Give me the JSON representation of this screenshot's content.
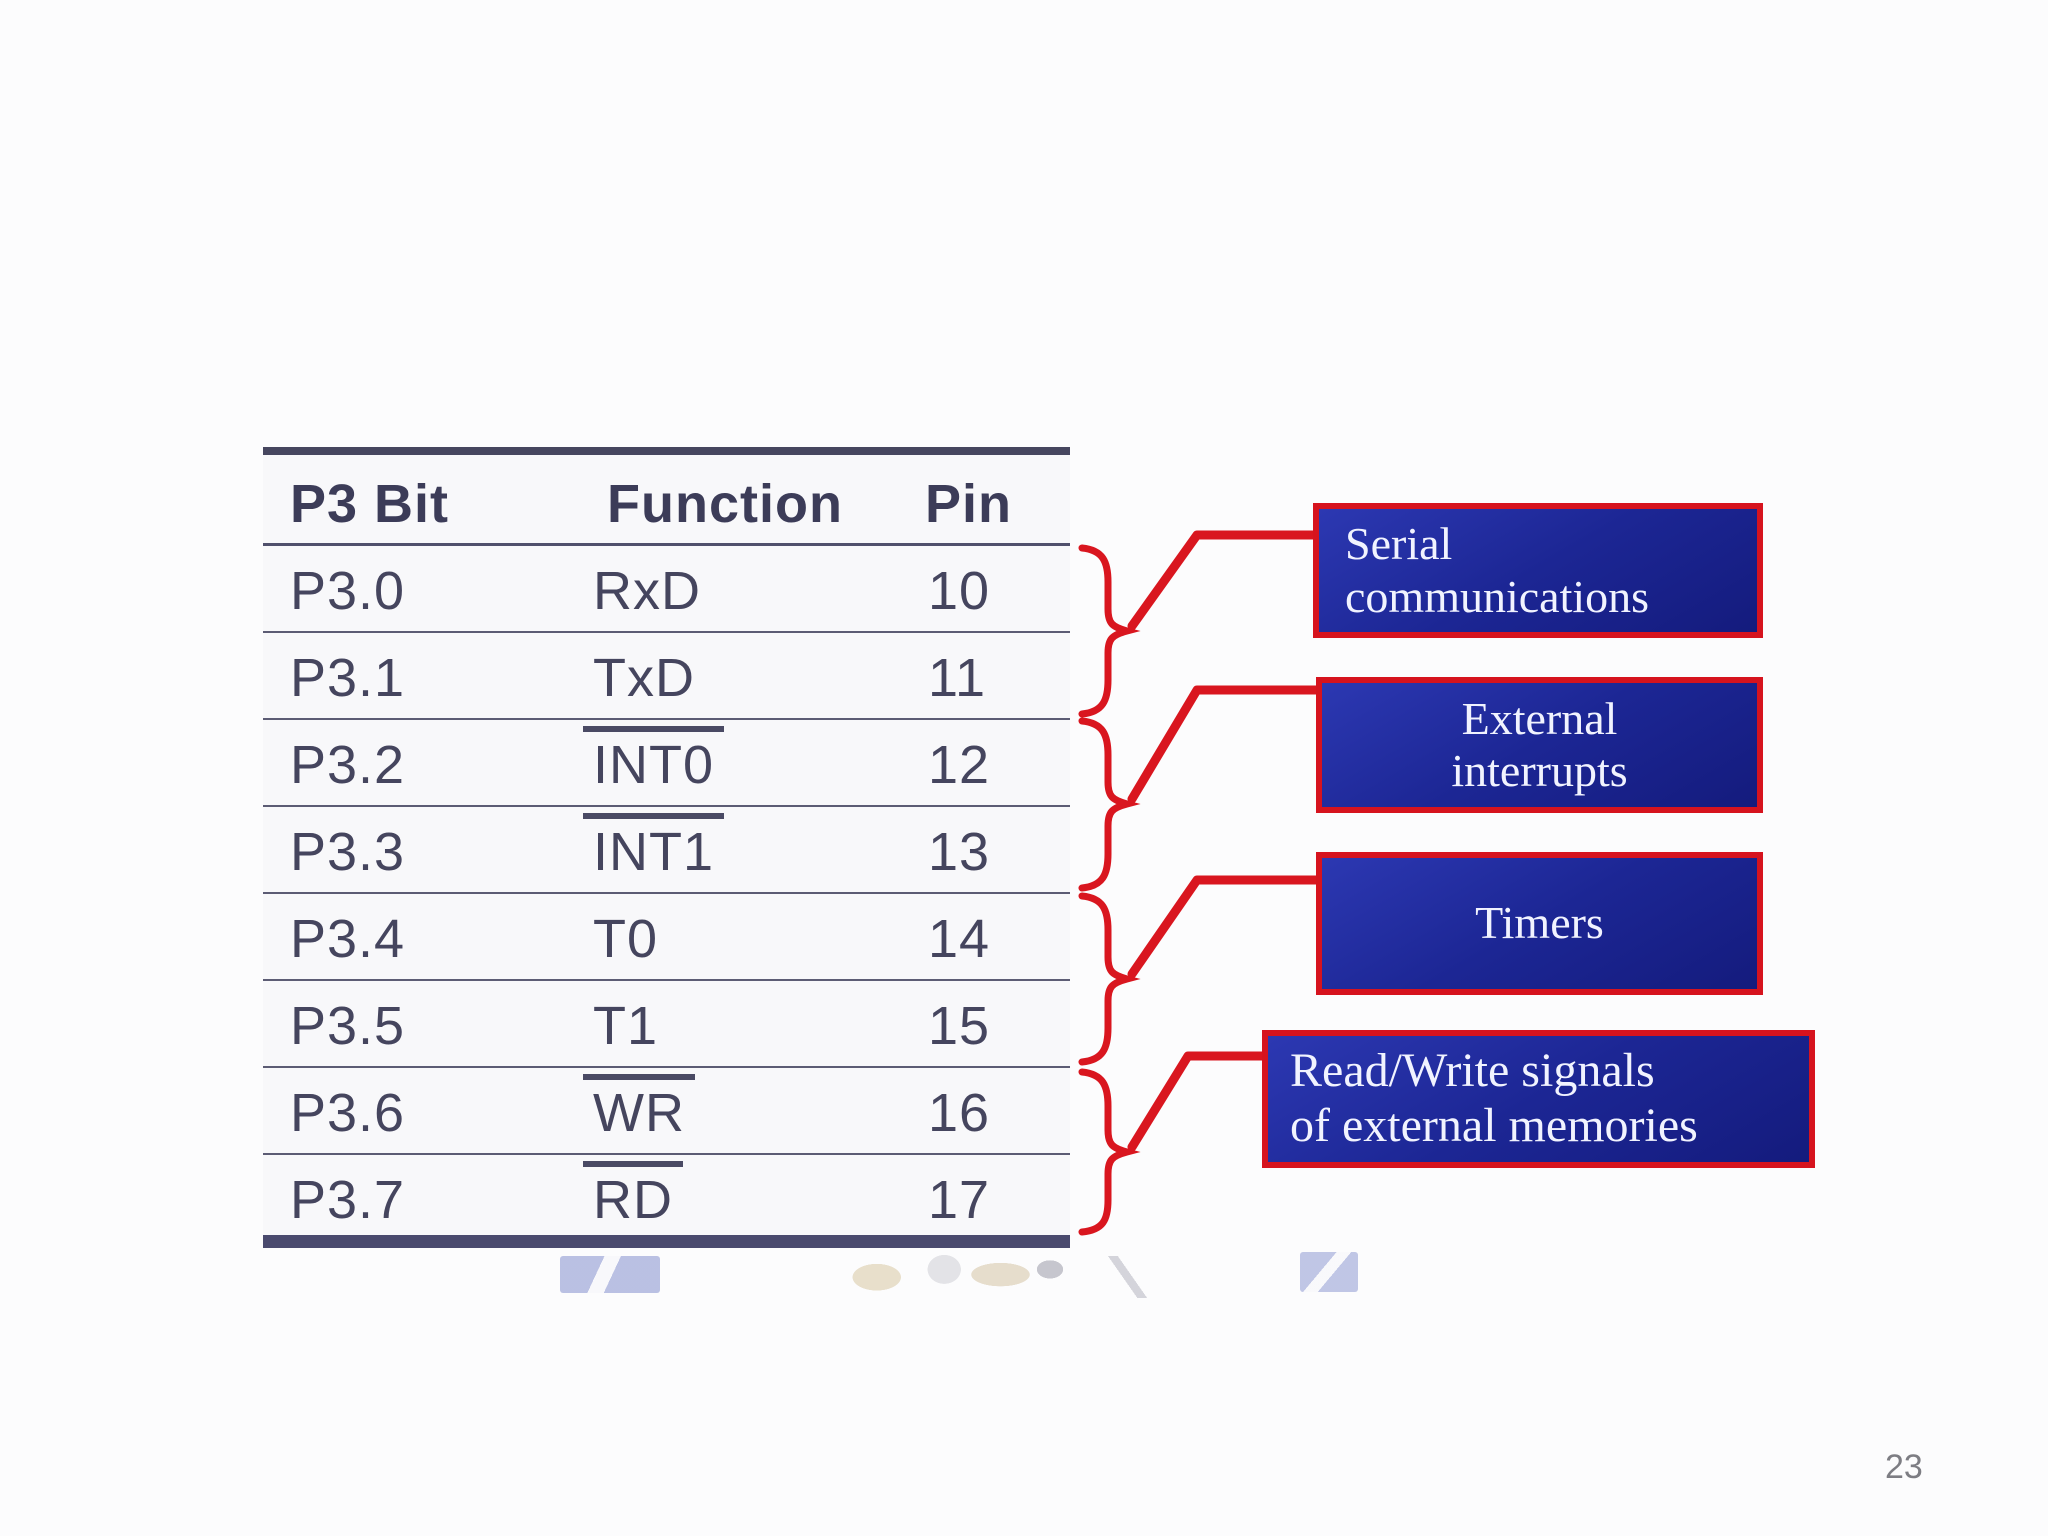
{
  "page": {
    "number": "23"
  },
  "table": {
    "headers": [
      "P3 Bit",
      "Function",
      "Pin"
    ],
    "rows": [
      {
        "bit": "P3.0",
        "function": "RxD",
        "overline": false,
        "pin": "10"
      },
      {
        "bit": "P3.1",
        "function": "TxD",
        "overline": false,
        "pin": "11"
      },
      {
        "bit": "P3.2",
        "function": "INT0",
        "overline": true,
        "pin": "12"
      },
      {
        "bit": "P3.3",
        "function": "INT1",
        "overline": true,
        "pin": "13"
      },
      {
        "bit": "P3.4",
        "function": "T0",
        "overline": false,
        "pin": "14"
      },
      {
        "bit": "P3.5",
        "function": "T1",
        "overline": false,
        "pin": "15"
      },
      {
        "bit": "P3.6",
        "function": "WR",
        "overline": true,
        "pin": "16"
      },
      {
        "bit": "P3.7",
        "function": "RD",
        "overline": true,
        "pin": "17"
      }
    ]
  },
  "callouts": [
    {
      "lines": [
        "Serial",
        "communications"
      ]
    },
    {
      "lines": [
        "External",
        "interrupts"
      ]
    },
    {
      "lines": [
        "Timers"
      ]
    },
    {
      "lines": [
        "Read/Write signals",
        "of external memories"
      ]
    }
  ],
  "colors": {
    "accent_red": "#d9161f",
    "box_blue": "#1c2694",
    "box_border_red": "#d6131e",
    "table_ink": "#45455e",
    "table_rule": "#5c5c74",
    "thick_rule": "#4a4a6e"
  }
}
